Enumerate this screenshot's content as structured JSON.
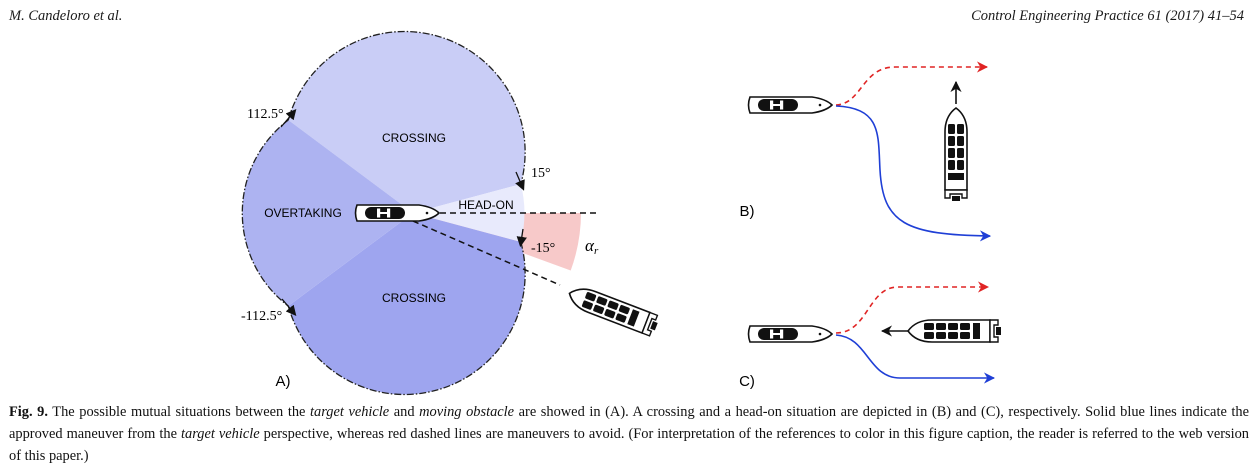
{
  "header": {
    "authors": "M. Candeloro et al.",
    "journal": "Control Engineering Practice 61 (2017) 41–54"
  },
  "figure": {
    "panel_a": {
      "label": "A)",
      "regions": {
        "crossing_top": "CROSSING",
        "crossing_bottom": "CROSSING",
        "overtaking": "OVERTAKING",
        "head_on": "HEAD-ON"
      },
      "angles": {
        "a112": "112.5°",
        "a15": "15°",
        "am15": "-15°",
        "am112": "-112.5°"
      },
      "alpha_symbol": "α",
      "alpha_subscript": "r",
      "colors": {
        "crossing_top": "#c9cdf6",
        "crossing_bottom": "#9ea5ef",
        "overtaking": "#adb3f1",
        "head_on": "#e8eafc",
        "alpha_sector": "#f7c9c9"
      }
    },
    "panel_b": {
      "label": "B)"
    },
    "panel_c": {
      "label": "C)"
    },
    "colors": {
      "approved": "#1f3fd6",
      "avoid": "#e02424"
    }
  },
  "caption": {
    "fig_label": "Fig. 9.",
    "t1": " The possible mutual situations between the ",
    "t2": "target vehicle",
    "t3": " and ",
    "t4": "moving obstacle",
    "t5": " are showed in (A). A crossing and a head-on situation are depicted in (B) and (C), respectively. Solid blue lines indicate the approved maneuver from the ",
    "t6": "target vehicle",
    "t7": " perspective, whereas red dashed lines are maneuvers to avoid. (For interpretation of the references to color in this figure caption, the reader is referred to the web version of this paper.)"
  }
}
